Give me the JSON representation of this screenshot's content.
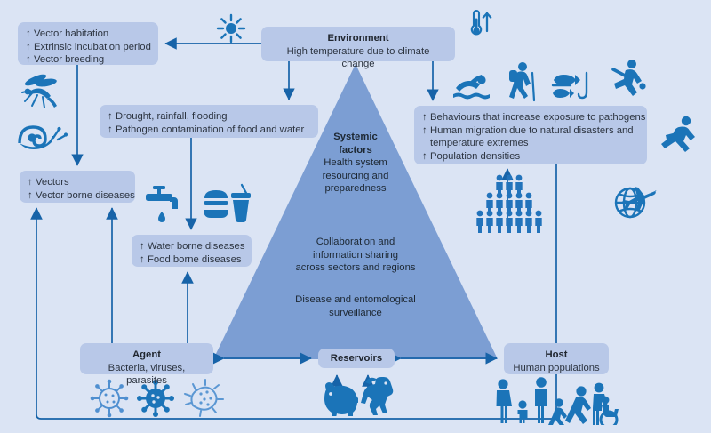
{
  "colors": {
    "background": "#dbe4f4",
    "box_fill": "#b8c8e8",
    "triangle": "#7c9ed3",
    "icon_blue": "#1b74b8",
    "arrow_blue": "#1763a8",
    "text_dark": "#2c3440"
  },
  "boxes": {
    "environment": {
      "title": "Environment",
      "subtitle": "High temperature due to climate change"
    },
    "vector_habitation": {
      "lines": [
        "Vector habitation",
        "Extrinsic incubation period",
        "Vector breeding"
      ]
    },
    "drought": {
      "lines": [
        "Drought, rainfall, flooding",
        "Pathogen contamination of food and water"
      ]
    },
    "behaviours": {
      "lines": [
        "Behaviours that increase exposure to pathogens",
        "Human migration due to natural disasters and",
        "temperature extremes",
        "Population densities"
      ],
      "line_has_arrow": [
        true,
        true,
        false,
        true
      ]
    },
    "vectors": {
      "lines": [
        "Vectors",
        "Vector borne diseases"
      ]
    },
    "water_food": {
      "lines": [
        "Water borne diseases",
        "Food borne diseases"
      ]
    },
    "agent": {
      "title": "Agent",
      "subtitle": "Bacteria, viruses, parasites"
    },
    "reservoirs": {
      "title": "Reservoirs",
      "subtitle": ""
    },
    "host": {
      "title": "Host",
      "subtitle": "Human populations"
    }
  },
  "triangle": {
    "block1_title": "Systemic",
    "block1_title2": "factors",
    "block1_l1": "Health system",
    "block1_l2": "resourcing and",
    "block1_l3": "preparedness",
    "block2_l1": "Collaboration and",
    "block2_l2": "information sharing",
    "block2_l3": "across sectors and regions",
    "block3_l1": "Disease and entomological",
    "block3_l2": "surveillance"
  },
  "icons": [
    {
      "name": "sun-icon",
      "label": "sun"
    },
    {
      "name": "thermometer-up-icon",
      "label": "thermometer rising"
    },
    {
      "name": "mosquito-icon",
      "label": "mosquito"
    },
    {
      "name": "snail-icon",
      "label": "snail"
    },
    {
      "name": "water-tap-icon",
      "label": "water tap with drop"
    },
    {
      "name": "fast-food-icon",
      "label": "burger and drink"
    },
    {
      "name": "swimmer-icon",
      "label": "swimmer"
    },
    {
      "name": "hiker-icon",
      "label": "hiker"
    },
    {
      "name": "fishing-snorkel-icon",
      "label": "fish and snorkel"
    },
    {
      "name": "cricket-player-icon",
      "label": "cricket player"
    },
    {
      "name": "runner-icon",
      "label": "runner"
    },
    {
      "name": "crowd-pyramid-icon",
      "label": "population pyramid of people"
    },
    {
      "name": "globe-plane-icon",
      "label": "globe with airplane"
    },
    {
      "name": "virus-outline-icon",
      "label": "virus outline"
    },
    {
      "name": "virus-solid-icon",
      "label": "virus solid"
    },
    {
      "name": "bacteria-icon",
      "label": "bacterium"
    },
    {
      "name": "pig-icon",
      "label": "pig"
    },
    {
      "name": "horse-icon",
      "label": "horse"
    },
    {
      "name": "people-group-icon",
      "label": "group of people including wheelchair user"
    }
  ]
}
